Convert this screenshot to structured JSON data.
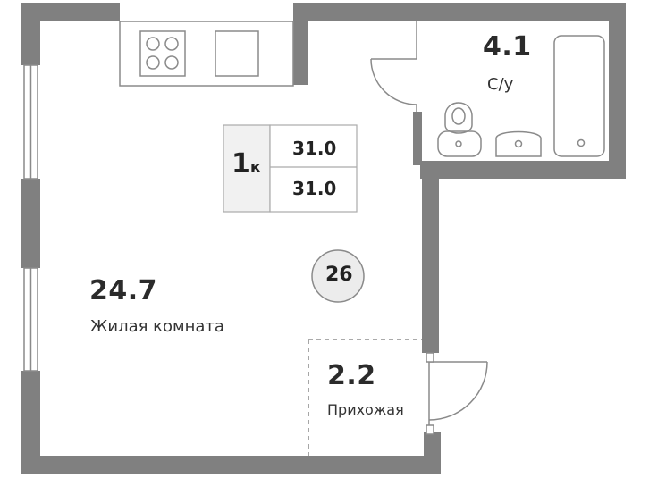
{
  "apartment": {
    "rooms_count": "1",
    "rooms_suffix": "к",
    "total_area": "31.0",
    "total_area_2": "31.0",
    "number": "26"
  },
  "rooms": {
    "living": {
      "area": "24.7",
      "name": "Жилая комната"
    },
    "bathroom": {
      "area": "4.1",
      "name": "С/у"
    },
    "hall": {
      "area": "2.2",
      "name": "Прихожая"
    }
  },
  "colors": {
    "wall": "#808080",
    "line": "#8a8a8a",
    "info_fill": "#f1f1f1"
  }
}
